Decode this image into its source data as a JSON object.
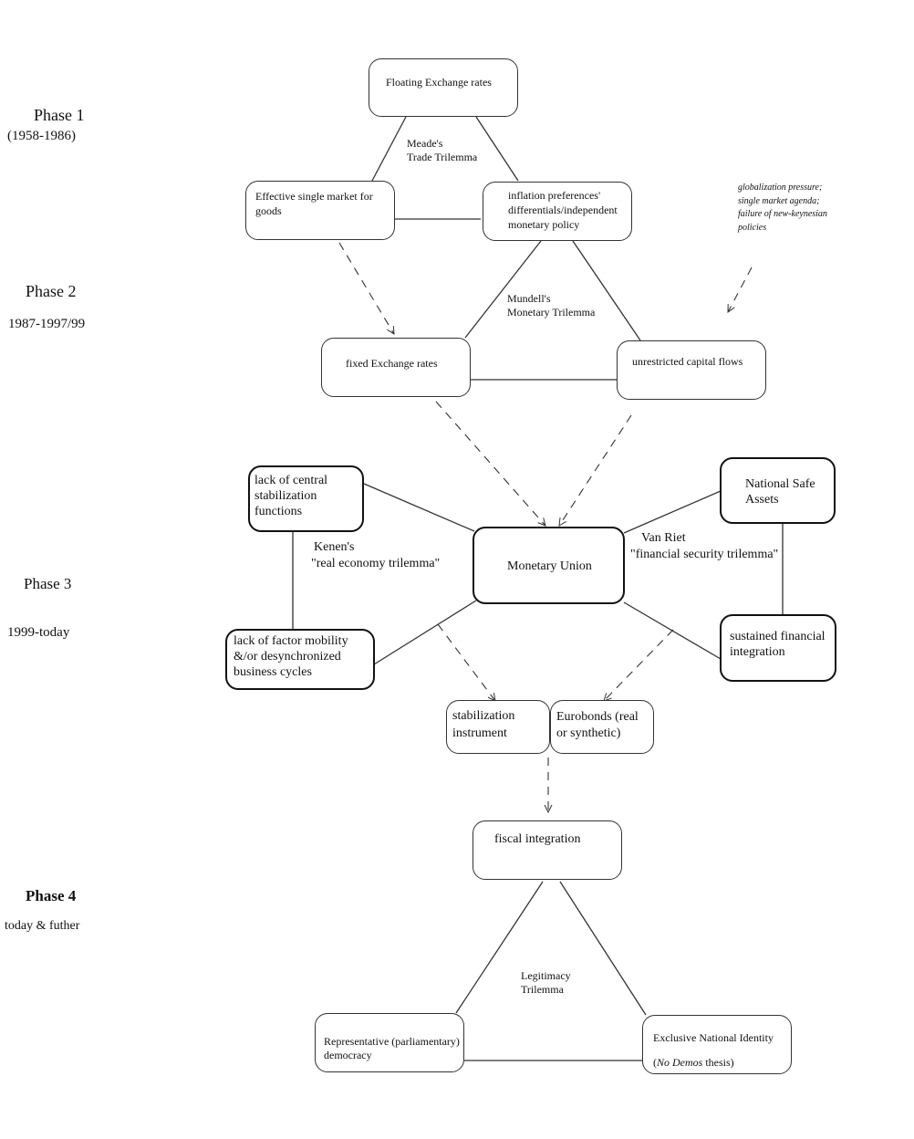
{
  "phases": [
    {
      "title": "Phase 1",
      "period": "(1958-1986)"
    },
    {
      "title": "Phase 2",
      "period": "1987-1997/99"
    },
    {
      "title": "Phase 3",
      "period": "1999-today"
    },
    {
      "title": "Phase 4",
      "period": "today & futher"
    }
  ],
  "trilemmas": {
    "meade": [
      "Meade's",
      "Trade Trilemma"
    ],
    "mundell": [
      "Mundell's",
      "Monetary Trilemma"
    ],
    "kenen": [
      "Kenen's",
      "\"real economy trilemma\""
    ],
    "vanriet": [
      "Van Riet",
      "\"financial  security trilemma\""
    ],
    "legitimacy": [
      "Legitimacy",
      "Trilemma"
    ]
  },
  "note": [
    "globalization pressure;",
    "single market agenda;",
    "failure of new-keynesian",
    "policies"
  ],
  "nodes": {
    "floating": [
      "Floating Exchange rates"
    ],
    "single_market": [
      "Effective single market for",
      "goods"
    ],
    "inflation": [
      "inflation preferences'",
      "differentials/independent",
      "monetary policy"
    ],
    "fixed": [
      "fixed Exchange rates"
    ],
    "capital": [
      "unrestricted capital flows"
    ],
    "central_stab": [
      "lack of central",
      "stabilization",
      "functions"
    ],
    "factor": [
      "lack of factor mobility",
      "&/or desynchronized",
      "business cycles"
    ],
    "monetary_union": [
      "Monetary Union"
    ],
    "safe_assets": [
      "National Safe",
      "Assets"
    ],
    "fin_integration": [
      "sustained financial",
      "integration"
    ],
    "stab_instrument": [
      "stabilization",
      "instrument"
    ],
    "eurobonds": [
      "Eurobonds (real",
      "or synthetic)"
    ],
    "fiscal": [
      "fiscal integration"
    ],
    "democracy": [
      "Representative (parliamentary)",
      "democracy"
    ],
    "identity": [
      "Exclusive National Identity",
      "No Demos",
      " thesis)"
    ],
    "identity_open": "("
  }
}
